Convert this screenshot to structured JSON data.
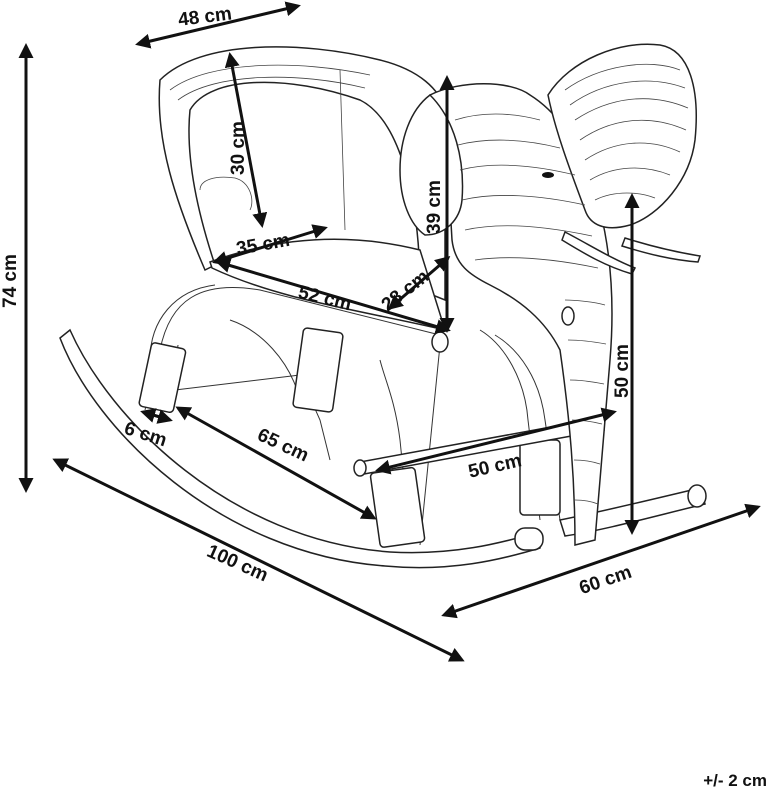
{
  "diagram": {
    "subject": "elephant rocking chair",
    "colors": {
      "ink": "#111111",
      "sketch": "#333333",
      "background": "#ffffff"
    },
    "dimensions": {
      "top_width": "48 cm",
      "total_height": "74 cm",
      "backrest_height": "30 cm",
      "seat_depth": "35 cm",
      "head_height": "39 cm",
      "seat_width_side": "28 cm",
      "seat_width": "52 cm",
      "front_height": "50 cm",
      "rocker_thickness": "6 cm",
      "rocker_inner": "65 cm",
      "footrest": "50 cm",
      "length": "100 cm",
      "width": "60 cm"
    },
    "tolerance": "+/- 2 cm"
  }
}
